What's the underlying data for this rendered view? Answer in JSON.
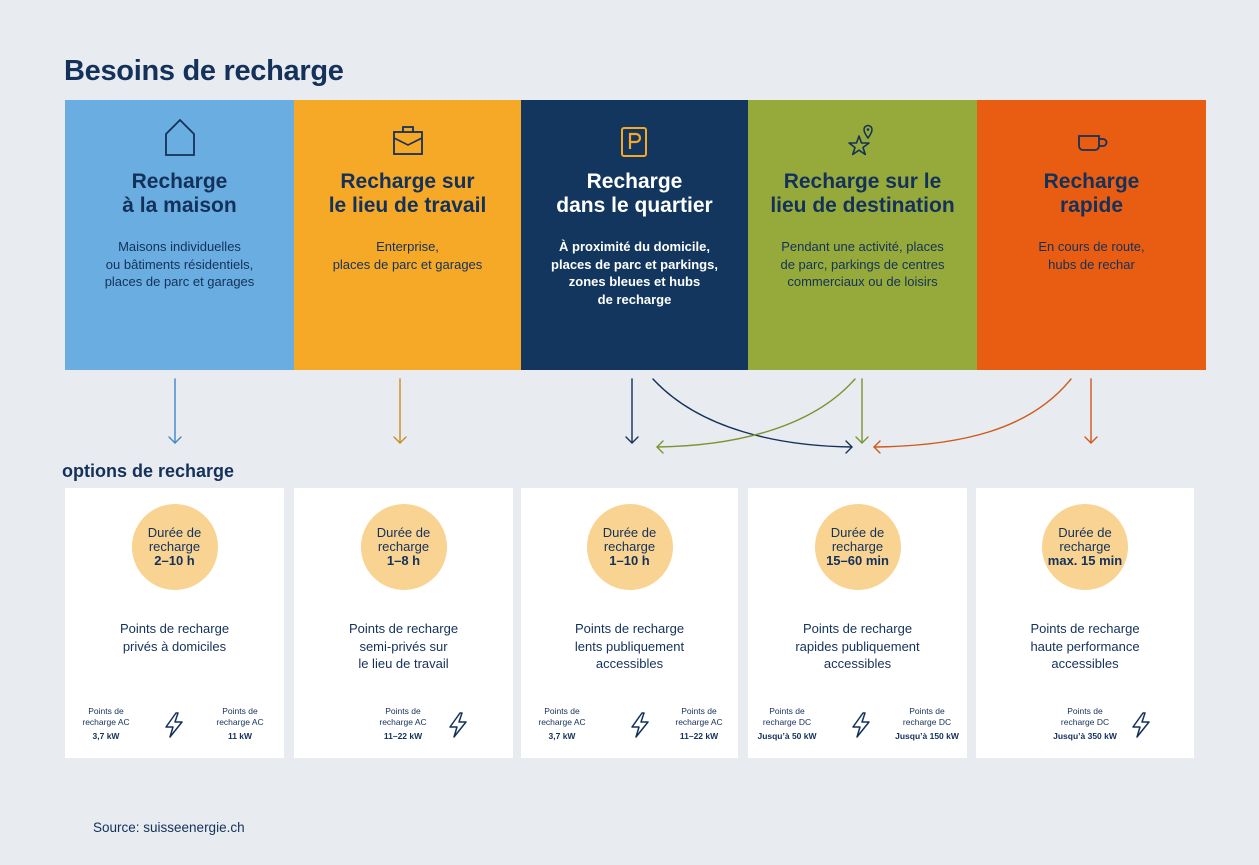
{
  "title": "Besoins de recharge",
  "section_label": "options de recharge",
  "source": "Source: suisseenergie.ch",
  "colors": {
    "navy": "#13315a",
    "blue": "#6aade0",
    "yellow": "#f6a926",
    "dark_blue": "#13365e",
    "green": "#96aa3b",
    "orange": "#e95d12",
    "badge": "#f9d391"
  },
  "needs": [
    {
      "icon": "house-icon",
      "title": "Recharge\nà la maison",
      "desc": "Maisons individuelles\nou bâtiments résidentiels,\nplaces de parc et garages"
    },
    {
      "icon": "briefcase-icon",
      "title": "Recharge sur\nle lieu de travail",
      "desc": "Enterprise,\nplaces de parc et garages"
    },
    {
      "icon": "parking-icon",
      "title": "Recharge\ndans le quartier",
      "desc": "À proximité du domicile,\nplaces de parc et parkings,\nzones bleues et hubs\nde recharge"
    },
    {
      "icon": "star-pin-icon",
      "title": "Recharge sur le\nlieu de destination",
      "desc": "Pendant une activité, places\nde parc, parkings de centres\ncommerciaux ou de loisirs"
    },
    {
      "icon": "coffee-cup-icon",
      "title": "Recharge\nrapide",
      "desc": "En cours de route,\nhubs de rechar"
    }
  ],
  "options": [
    {
      "badge_label": "Durée de\nrecharge",
      "duration": "2–10 h",
      "desc": "Points de recharge\nprivés à domiciles",
      "specs": [
        {
          "label": "Points de\nrecharge AC",
          "power": "3,7 kW"
        },
        {
          "label": "Points de\nrecharge AC",
          "power": "11 kW"
        }
      ]
    },
    {
      "badge_label": "Durée de\nrecharge",
      "duration": "1–8 h",
      "desc": "Points de recharge\nsemi-privés sur\nle lieu de travail",
      "specs": [
        {
          "label": "Points de\nrecharge AC",
          "power": "11–22 kW"
        }
      ]
    },
    {
      "badge_label": "Durée de\nrecharge",
      "duration": "1–10 h",
      "desc": "Points de recharge\nlents publiquement\naccessibles",
      "specs": [
        {
          "label": "Points de\nrecharge AC",
          "power": "3,7 kW"
        },
        {
          "label": "Points de\nrecharge AC",
          "power": "11–22 kW"
        }
      ]
    },
    {
      "badge_label": "Durée de\nrecharge",
      "duration": "15–60 min",
      "desc": "Points de recharge\nrapides publiquement\naccessibles",
      "specs": [
        {
          "label": "Points de\nrecharge DC",
          "power": "Jusqu’à 50 kW"
        },
        {
          "label": "Points de\nrecharge DC",
          "power": "Jusqu’à 150 kW"
        }
      ]
    },
    {
      "badge_label": "Durée de\nrecharge",
      "duration": "max. 15 min",
      "desc": "Points de recharge\nhaute performance\naccessibles",
      "specs": [
        {
          "label": "Points de\nrecharge DC",
          "power": "Jusqu’à 350 kW"
        }
      ]
    }
  ]
}
